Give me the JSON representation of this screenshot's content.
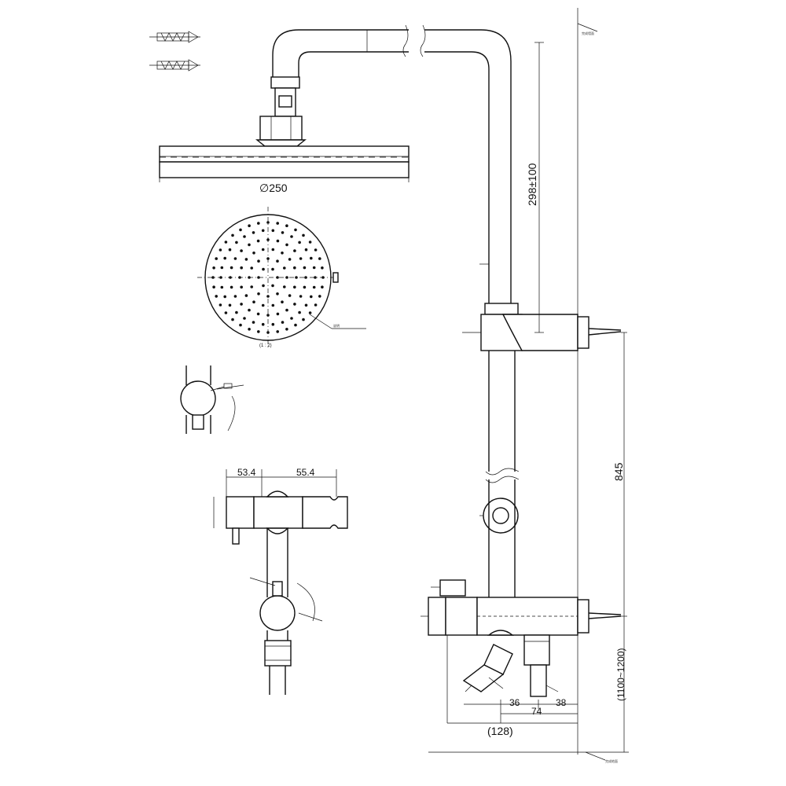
{
  "drawing": {
    "dimensions": {
      "shower_head_diameter": "∅250",
      "arm_adjust": "298±100",
      "rail_height": "845",
      "mount_height": "(1100~1200)",
      "left_offset": "53.4",
      "right_offset": "55.4",
      "spout_36": "36",
      "spout_38": "38",
      "spout_74": "74",
      "overall_depth": "(128)"
    },
    "scale_note": "(1 : 2)"
  }
}
